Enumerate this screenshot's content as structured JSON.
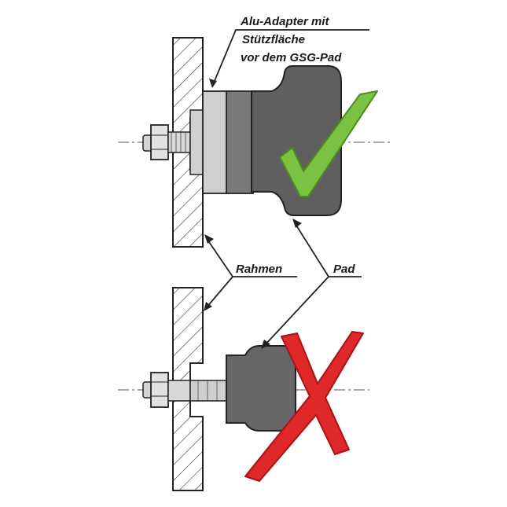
{
  "labels": {
    "adapter_line1": "Alu-Adapter mit",
    "adapter_line2": "Stützfläche",
    "adapter_line3": "vor dem GSG-Pad",
    "frame": "Rahmen",
    "pad": "Pad"
  },
  "colors": {
    "hatch": "#333333",
    "adapter_light": "#c8c8c8",
    "adapter_dark": "#6e6e6e",
    "pad_fill": "#5f5f5f",
    "check_green": "#7cc242",
    "cross_red": "#e0282a",
    "bolt": "#d5d5d5"
  },
  "icons": {
    "correct": "checkmark-icon",
    "wrong": "cross-icon"
  }
}
